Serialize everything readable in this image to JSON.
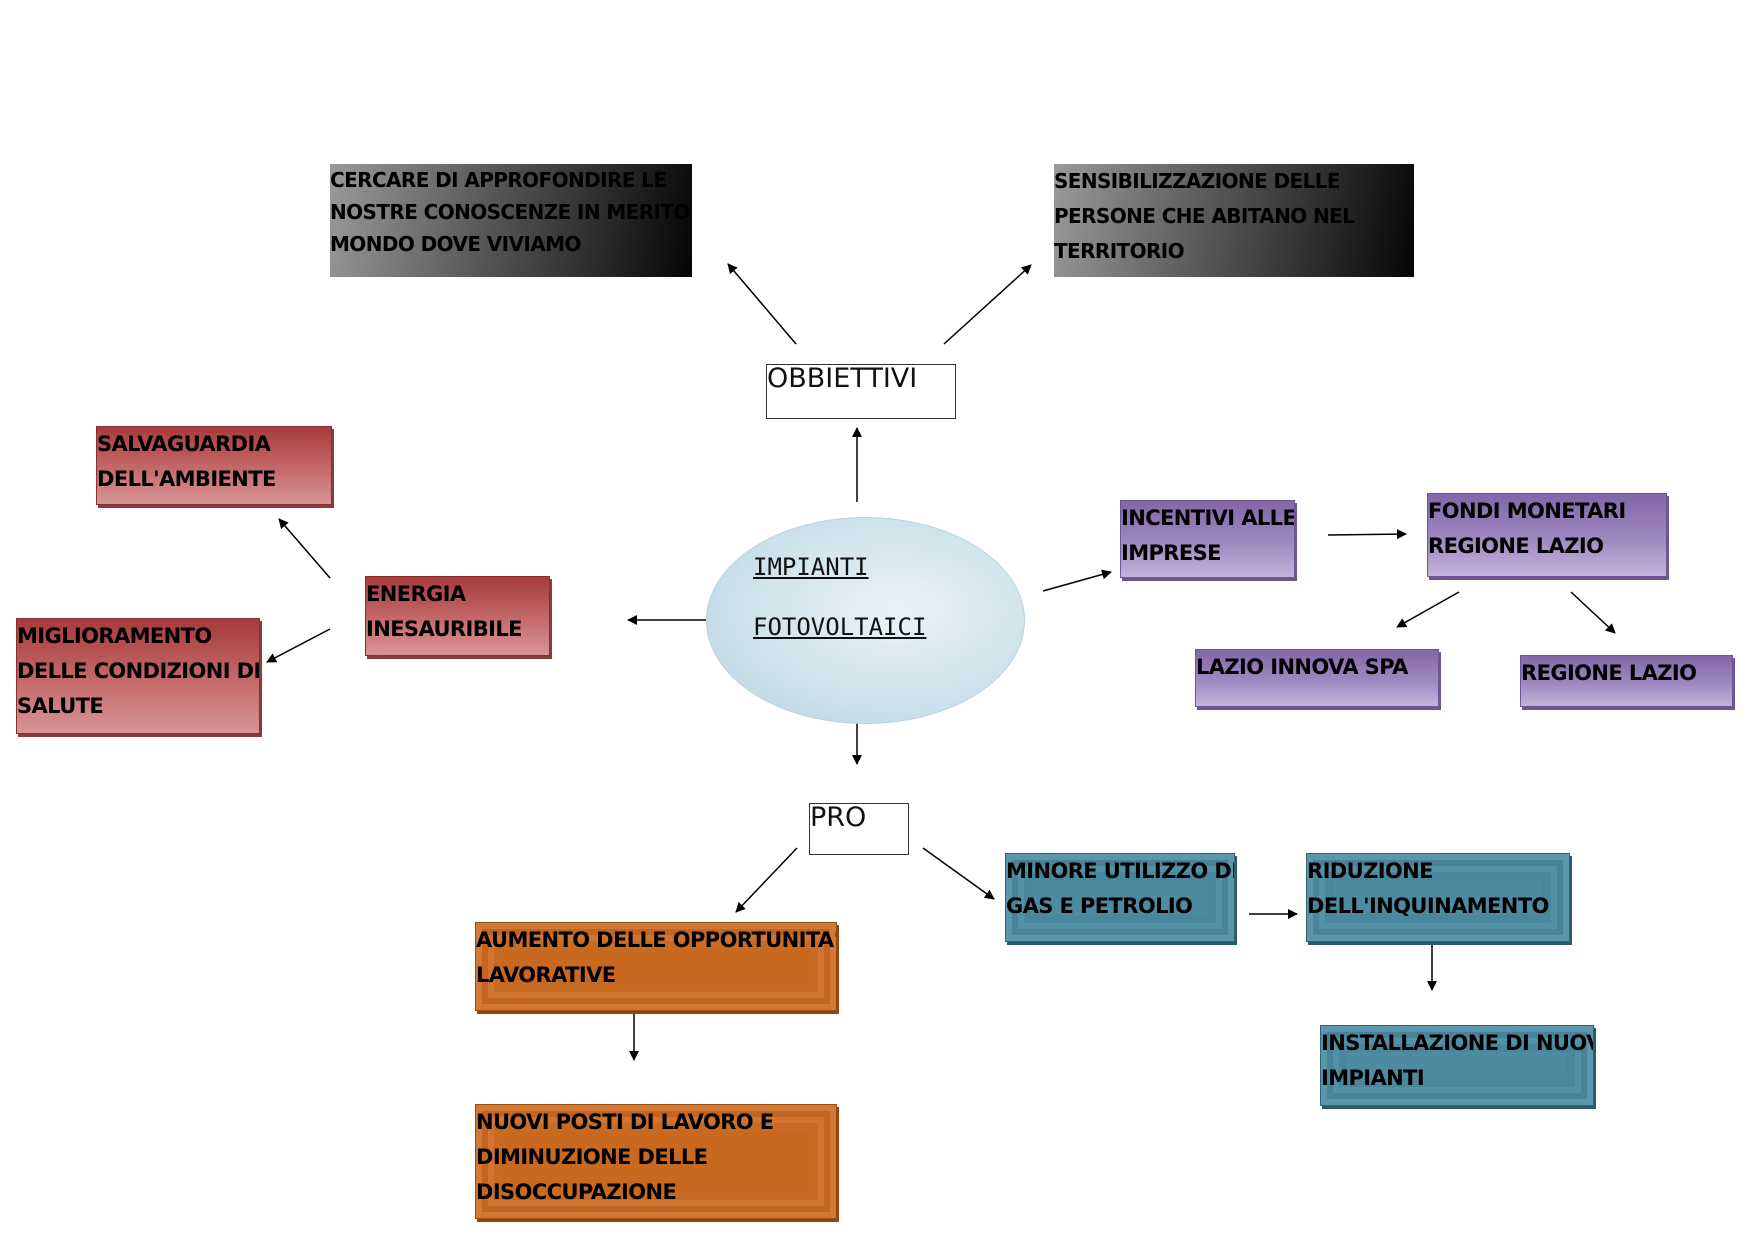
{
  "center": {
    "line1": "IMPIANTI",
    "line2": "FOTOVOLTAICI"
  },
  "labels": {
    "obbiettivi": "OBBIETTIVI",
    "pro": "PRO"
  },
  "boxes": {
    "approfondire": {
      "lines": [
        "CERCARE DI APPROFONDIRE LE",
        "NOSTRE CONOSCENZE IN MERITO AL",
        "MONDO DOVE VIVIAMO"
      ]
    },
    "sensibilizzazione": {
      "lines": [
        "SENSIBILIZZAZIONE DELLE",
        "PERSONE CHE ABITANO NEL",
        "TERRITORIO"
      ]
    },
    "salvaguardia": {
      "lines": [
        "SALVAGUARDIA",
        "DELL'AMBIENTE"
      ]
    },
    "energia": {
      "lines": [
        "ENERGIA",
        "INESAURIBILE"
      ]
    },
    "miglioramento": {
      "lines": [
        "MIGLIORAMENTO",
        "DELLE CONDIZIONI DI",
        "SALUTE"
      ]
    },
    "incentivi": {
      "lines": [
        "INCENTIVI ALLE",
        "IMPRESE"
      ]
    },
    "fondi": {
      "lines": [
        "FONDI MONETARI",
        "REGIONE LAZIO"
      ]
    },
    "lazio_innova": {
      "lines": [
        "LAZIO INNOVA SPA"
      ]
    },
    "regione_lazio": {
      "lines": [
        "REGIONE LAZIO"
      ]
    },
    "aumento": {
      "lines": [
        "AUMENTO DELLE OPPORTUNITA'",
        "LAVORATIVE"
      ]
    },
    "nuovi_posti": {
      "lines": [
        "NUOVI POSTI DI LAVORO E",
        "DIMINUZIONE DELLE",
        "DISOCCUPAZIONE"
      ]
    },
    "minore_utilizzo": {
      "lines": [
        "MINORE UTILIZZO DI",
        "GAS E PETROLIO"
      ]
    },
    "riduzione": {
      "lines": [
        "RIDUZIONE",
        "DELL'INQUINAMENTO"
      ]
    },
    "installazione": {
      "lines": [
        "INSTALLAZIONE  DI NUOVI",
        "IMPIANTI"
      ]
    }
  }
}
